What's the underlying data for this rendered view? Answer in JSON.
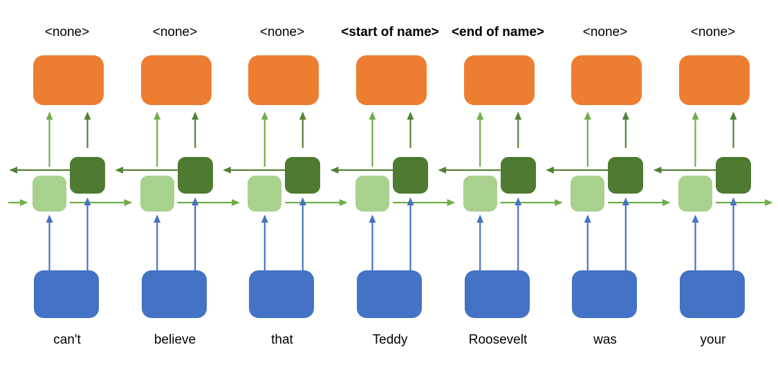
{
  "diagram": {
    "columns": [
      {
        "top_label": "<none>",
        "top_label_bold": false,
        "word": "can't"
      },
      {
        "top_label": "<none>",
        "top_label_bold": false,
        "word": "believe"
      },
      {
        "top_label": "<none>",
        "top_label_bold": false,
        "word": "that"
      },
      {
        "top_label": "<start of name>",
        "top_label_bold": true,
        "word": "Teddy"
      },
      {
        "top_label": "<end of name>",
        "top_label_bold": true,
        "word": "Roosevelt"
      },
      {
        "top_label": "<none>",
        "top_label_bold": false,
        "word": "was"
      },
      {
        "top_label": "<none>",
        "top_label_bold": false,
        "word": "your"
      }
    ],
    "colors": {
      "output_box": "#ED7D31",
      "input_box": "#4472C4",
      "forward_cell": "#A9D18E",
      "backward_cell": "#4E7B31",
      "forward_arrow": "#70AD47",
      "backward_arrow": "#538135",
      "input_arrow": "#4472C4",
      "text": "#000000",
      "background": "#FFFFFF"
    }
  }
}
